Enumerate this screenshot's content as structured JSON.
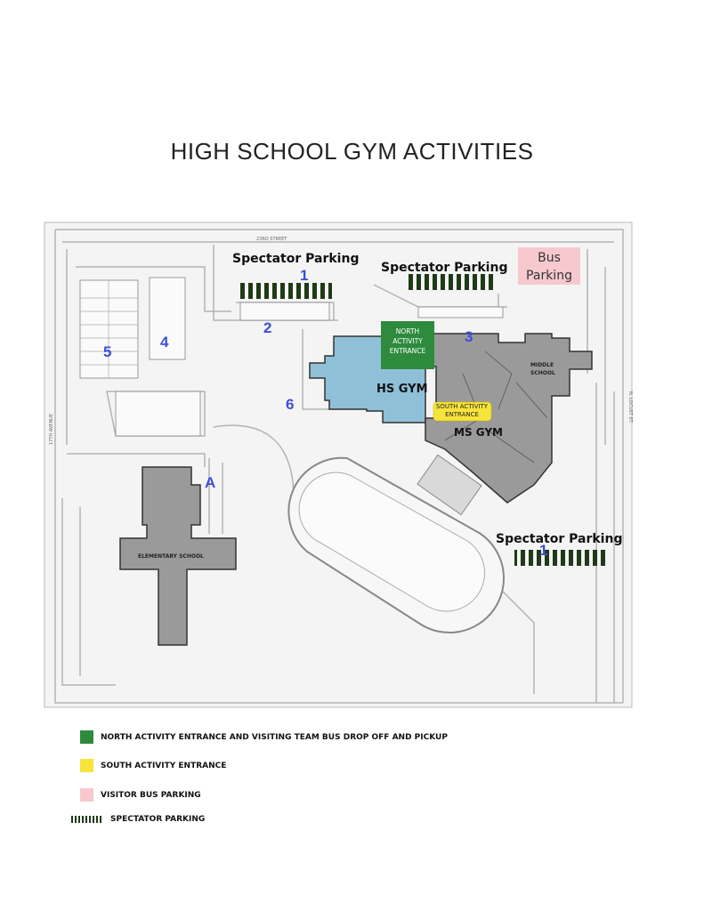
{
  "title": "HIGH SCHOOL GYM ACTIVITIES",
  "colors": {
    "north_entrance": "#2e8b3e",
    "south_entrance": "#f6e43a",
    "bus_parking": "#f7c9cf",
    "spectator_parking": "#1f3a16",
    "hs_gym": "#8fc0d8",
    "buildings": "#9a9a9a",
    "lot_numbers": "#3d4fd6"
  },
  "map": {
    "street_north": "23RD STREET",
    "street_west": "17TH AVENUE",
    "street_east": "N. LOCUST ST.",
    "lot_numbers": {
      "n1a": "1",
      "n1b": "1",
      "n2": "2",
      "n3": "3",
      "n4": "4",
      "n5": "5",
      "n6": "6",
      "nA": "A"
    },
    "labels": {
      "spectator_parking_1": "Spectator Parking",
      "spectator_parking_2": "Spectator Parking",
      "spectator_parking_3": "Spectator Parking",
      "bus_parking": "Bus Parking",
      "north_entrance": "NORTH ACTIVITY ENTRANCE",
      "south_entrance": "SOUTH ACTIVITY ENTRANCE",
      "hs_gym": "HS GYM",
      "ms_gym": "MS GYM",
      "middle_school": "MIDDLE SCHOOL",
      "elementary_school": "ELEMENTARY SCHOOL"
    }
  },
  "legend": [
    {
      "key": "north_entrance",
      "label": "NORTH ACTIVITY ENTRANCE AND VISITING TEAM BUS DROP OFF AND PICKUP"
    },
    {
      "key": "south_entrance",
      "label": "SOUTH ACTIVITY ENTRANCE"
    },
    {
      "key": "bus_parking",
      "label": "VISITOR BUS PARKING"
    },
    {
      "key": "spectator_parking",
      "label": "SPECTATOR PARKING"
    }
  ]
}
